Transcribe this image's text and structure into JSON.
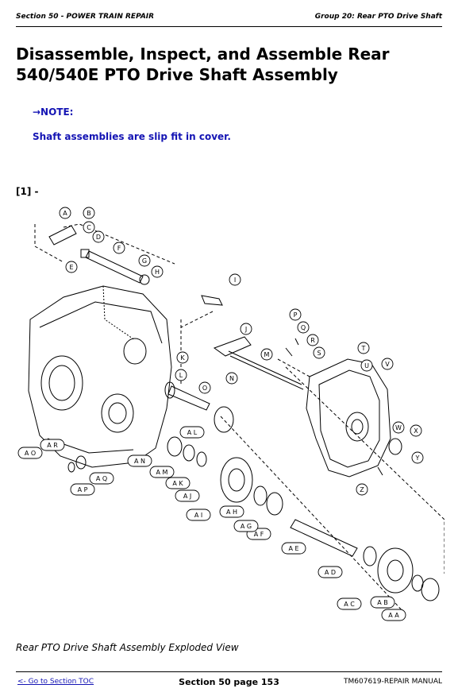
{
  "header": {
    "section": "Section 50 - POWER TRAIN REPAIR",
    "group": "Group 20: Rear PTO Drive Shaft"
  },
  "title": "Disassemble, Inspect, and Assemble Rear 540/540E PTO Drive Shaft Assembly",
  "note": {
    "heading": "→NOTE:",
    "text": "Shaft assemblies are slip fit in cover."
  },
  "step_label": "[1] -",
  "figure": {
    "callouts": [
      "A",
      "B",
      "C",
      "D",
      "E",
      "F",
      "G",
      "H",
      "I",
      "J",
      "K",
      "L",
      "M",
      "N",
      "O",
      "P",
      "Q",
      "R",
      "S",
      "T",
      "U",
      "V",
      "W",
      "X",
      "Y",
      "Z",
      "A A",
      "A B",
      "A C",
      "A D",
      "A E",
      "A F",
      "A G",
      "A H",
      "A I",
      "A J",
      "A K",
      "A L",
      "A M",
      "A N",
      "A O",
      "A P",
      "A Q",
      "A R"
    ]
  },
  "caption": "Rear PTO Drive Shaft Assembly Exploded View",
  "footer": {
    "toc_link": "<- Go to Section TOC",
    "page": "Section 50 page 153",
    "manual": "TM607619-REPAIR MANUAL"
  }
}
